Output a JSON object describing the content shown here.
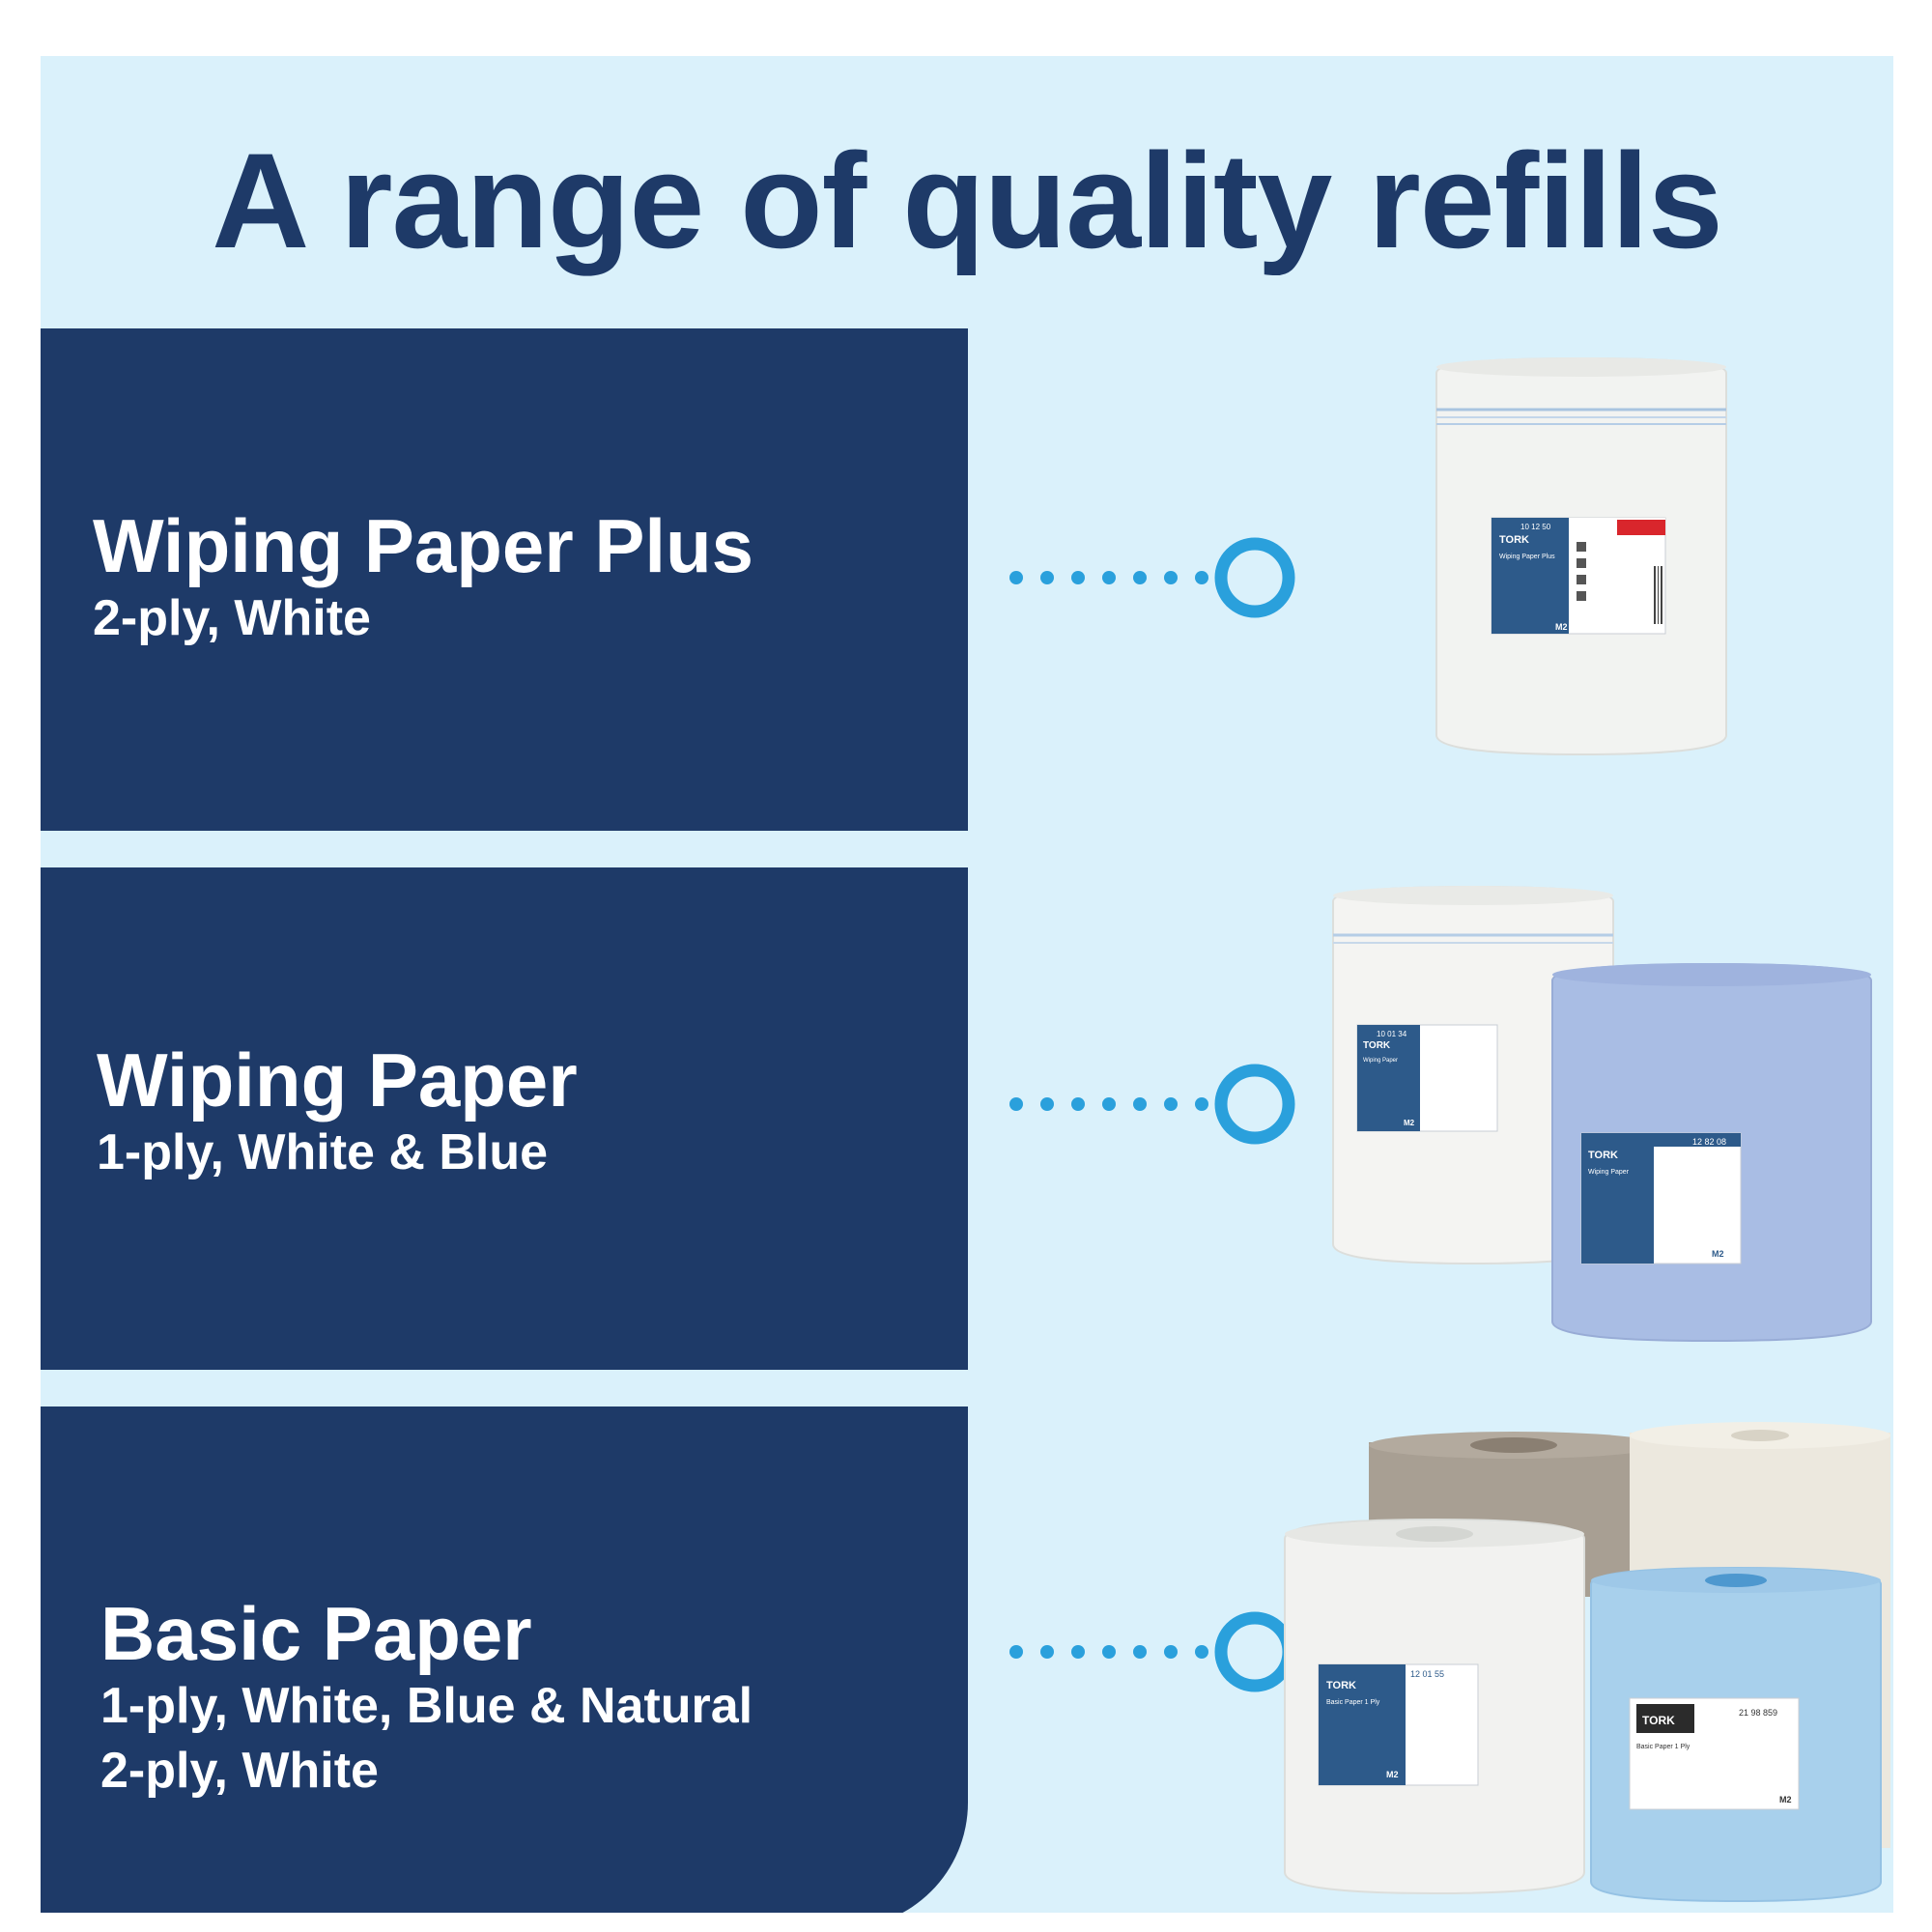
{
  "title": "A range of quality refills",
  "products": [
    {
      "name": "Wiping Paper Plus",
      "specs": [
        "2-ply, White"
      ]
    },
    {
      "name": "Wiping Paper",
      "specs": [
        "1-ply, White & Blue"
      ]
    },
    {
      "name": "Basic Paper",
      "specs": [
        "1-ply, White, Blue & Natural",
        "2-ply, White"
      ]
    }
  ],
  "labels": {
    "brand": "TORK",
    "roll1": {
      "code": "10 12 50",
      "name": "Wiping Paper Plus",
      "size": "M2"
    },
    "roll2a": {
      "code": "10 01 34",
      "name": "Wiping Paper",
      "size": "M2"
    },
    "roll2b": {
      "code": "12 82 08",
      "name": "Wiping Paper",
      "size": "M2"
    },
    "roll3a": {
      "code": "12 01 55",
      "name": "Basic Paper 1 Ply",
      "size": "M2"
    },
    "roll3b": {
      "code": "21 98 859",
      "name": "Basic Paper 1 Ply",
      "size": "M2"
    }
  },
  "colors": {
    "navy": "#1e3a68",
    "background": "#daf1fb",
    "accent": "#2aa0dc"
  }
}
